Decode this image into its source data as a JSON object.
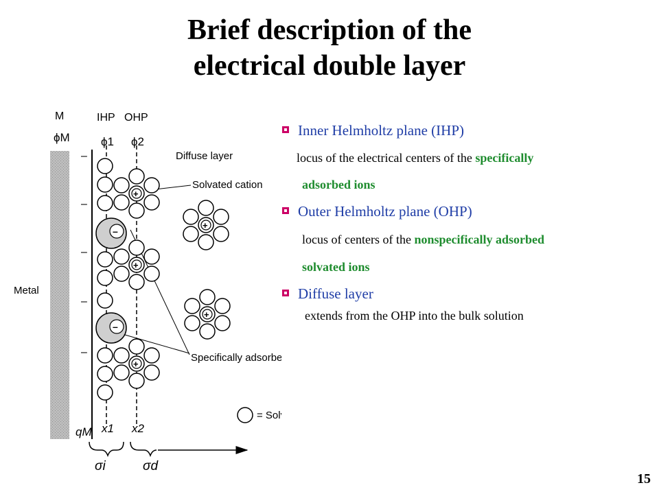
{
  "slide": {
    "title_line1": "Brief description of the",
    "title_line2": "electrical double layer",
    "page_number": "15"
  },
  "colors": {
    "heading_blue": "#1f3da6",
    "highlight_green": "#1e8c2e",
    "bullet_magenta": "#cc0066"
  },
  "diagram": {
    "label_m": "M",
    "label_phi_m": "ϕM",
    "label_ihp": "IHP",
    "label_ohp": "OHP",
    "label_phi1": "ϕ1",
    "label_phi2": "ϕ2",
    "label_diffuse_layer": "Diffuse layer",
    "label_solvated_cation": "Solvated cation",
    "label_metal": "Metal",
    "label_specifically_adsorbed_anion": "Specifically adsorbed anion",
    "label_solvent_molecule": "= Solvent molecule",
    "label_qm": "qM",
    "label_x1": "x1",
    "label_x2": "x2",
    "label_sigma_i": "σi",
    "label_sigma_d": "σd",
    "minus_sign": "–",
    "plus_sign": "+"
  },
  "bullets": [
    {
      "heading": "Inner Helmholtz plane (IHP)",
      "line1_plain": "locus of the electrical centers of the ",
      "line1_highlight": "specifically",
      "line2": "adsorbed ions"
    },
    {
      "heading": "Outer Helmholtz plane (OHP)",
      "line1_plain": "locus of centers of the ",
      "line1_highlight": "nonspecifically adsorbed",
      "line2": "solvated ions"
    },
    {
      "heading": "Diffuse layer",
      "line1_plain": "extends from the OHP into the bulk solution"
    }
  ]
}
